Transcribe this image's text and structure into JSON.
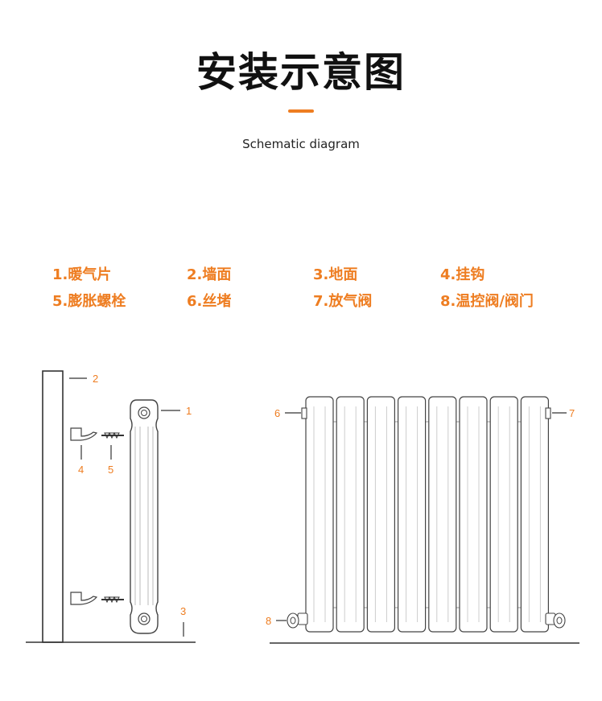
{
  "header": {
    "title": "安装示意图",
    "subtitle": "Schematic diagram"
  },
  "legend": [
    {
      "num": "1",
      "label": "1.暖气片"
    },
    {
      "num": "2",
      "label": "2.墙面"
    },
    {
      "num": "3",
      "label": "3.地面"
    },
    {
      "num": "4",
      "label": "4.挂钩"
    },
    {
      "num": "5",
      "label": "5.膨胀螺栓"
    },
    {
      "num": "6",
      "label": "6.丝堵"
    },
    {
      "num": "7",
      "label": "7.放气阀"
    },
    {
      "num": "8",
      "label": "8.温控阀/阀门"
    }
  ],
  "callouts": {
    "c1": "1",
    "c2": "2",
    "c3": "3",
    "c4": "4",
    "c5": "5",
    "c6": "6",
    "c7": "7",
    "c8": "8"
  },
  "colors": {
    "accent": "#EE7D21",
    "line": "#333333",
    "radiator_stroke": "#444444"
  }
}
